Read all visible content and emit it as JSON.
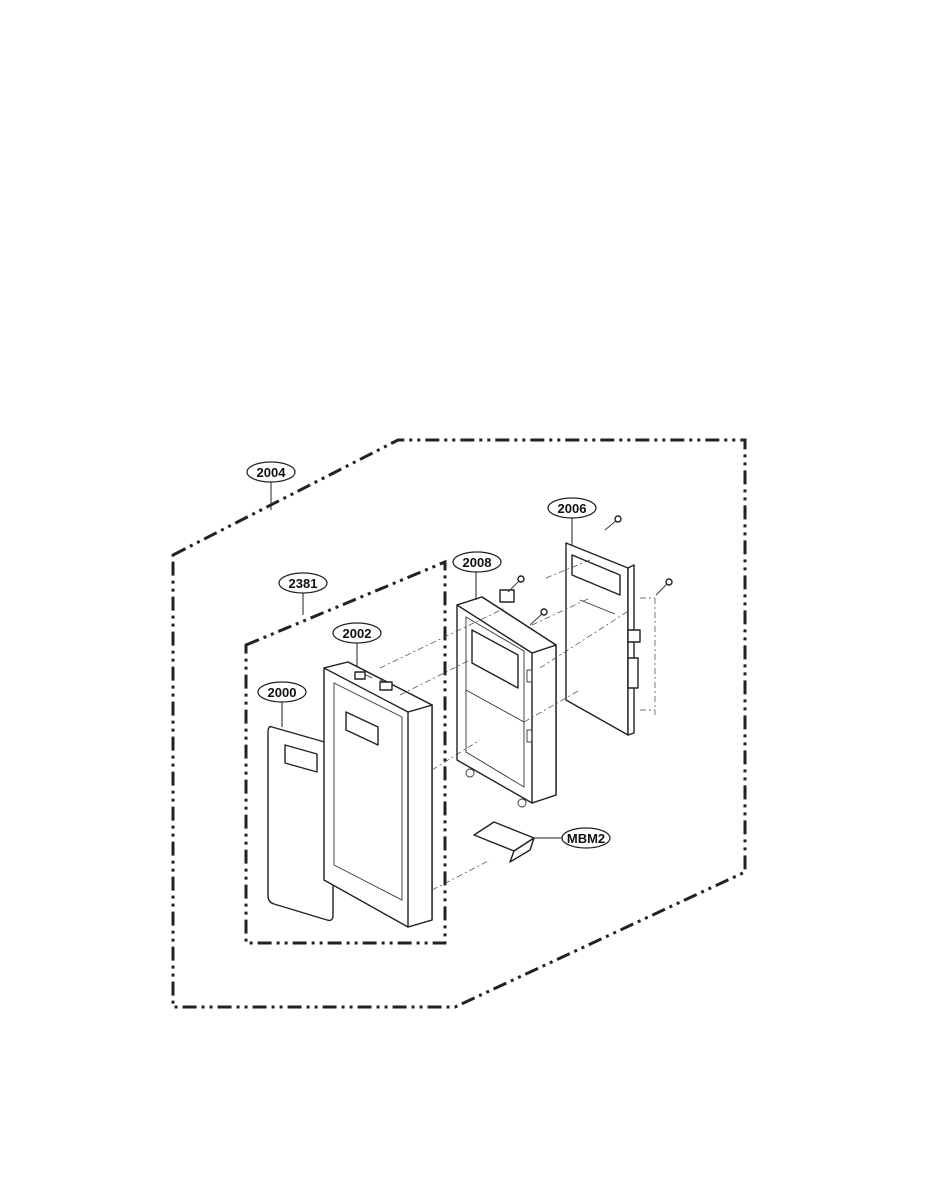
{
  "callouts": {
    "c2004": "2004",
    "c2381": "2381",
    "c2002": "2002",
    "c2000": "2000",
    "c2008": "2008",
    "c2006": "2006",
    "cMBM2": "MBM2"
  }
}
